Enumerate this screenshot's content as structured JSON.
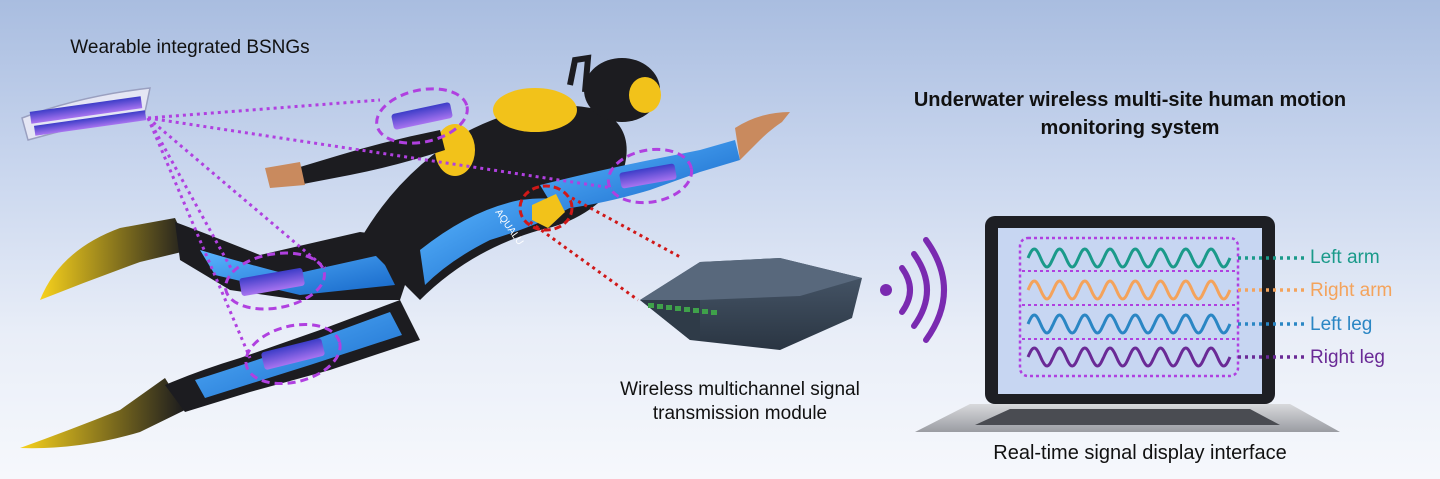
{
  "labels": {
    "bsng": "Wearable integrated BSNGs",
    "title": "Underwater wireless multi-site human motion monitoring system",
    "module": "Wireless multichannel signal transmission module",
    "display": "Real-time signal display interface",
    "suit_text": "AQUALU"
  },
  "channels": [
    {
      "label": "Left arm",
      "color": "#1a9a8a"
    },
    {
      "label": "Right arm",
      "color": "#f4a35c"
    },
    {
      "label": "Left leg",
      "color": "#2a86c4"
    },
    {
      "label": "Right leg",
      "color": "#6a2a96"
    }
  ],
  "colors": {
    "leader_purple": "#b040e0",
    "leader_red": "#d01818",
    "wifi_purple": "#7a2ab0",
    "suit_blue": "#2a8ee8",
    "suit_black": "#1c1c20",
    "tank_yellow": "#f2c21a"
  },
  "icons": [
    "wifi-signal-icon"
  ]
}
